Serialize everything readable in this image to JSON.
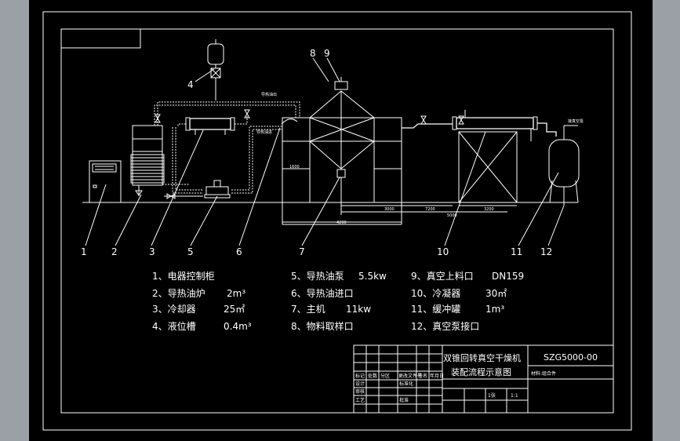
{
  "callouts": [
    "1",
    "2",
    "3",
    "4",
    "5",
    "6",
    "7",
    "8",
    "9",
    "10",
    "11",
    "12"
  ],
  "pipe_labels": {
    "oil_in": "导热油进",
    "oil_out": "导热油出",
    "vacuum_pump": "接真空泵"
  },
  "dimensions": {
    "d1": "4200",
    "d2": "3000",
    "d3": "7200",
    "d4": "3200",
    "d5": "5000",
    "h1": "1600"
  },
  "legend": [
    {
      "label": "1、电器控制柜",
      "value": ""
    },
    {
      "label": "2、导热油炉",
      "value": "2m³"
    },
    {
      "label": "3、冷却器",
      "value": "25㎡"
    },
    {
      "label": "4、液位槽",
      "value": "0.4m³"
    },
    {
      "label": "5、导热油泵",
      "value": "5.5kw"
    },
    {
      "label": "6、导热油进口",
      "value": ""
    },
    {
      "label": "7、主机",
      "value": "11kw"
    },
    {
      "label": "8、物料取样口",
      "value": ""
    },
    {
      "label": "9、真空上料口",
      "value": "DN159"
    },
    {
      "label": "10、冷凝器",
      "value": "30㎡"
    },
    {
      "label": "11、缓冲罐",
      "value": "1m³"
    },
    {
      "label": "12、真空泵接口",
      "value": ""
    }
  ],
  "title_block": {
    "title_line1": "双锥回转真空干燥机",
    "title_line2": "装配流程示意图",
    "drawing_no": "SZG5000-00",
    "material": "材料:组合件",
    "scale": "1:1",
    "sheet": "1张",
    "rows": [
      "标记",
      "处数",
      "分区",
      "更改文件号",
      "签名",
      "年月日",
      "设计",
      "标准化",
      "审核",
      "工艺",
      "批准"
    ]
  }
}
